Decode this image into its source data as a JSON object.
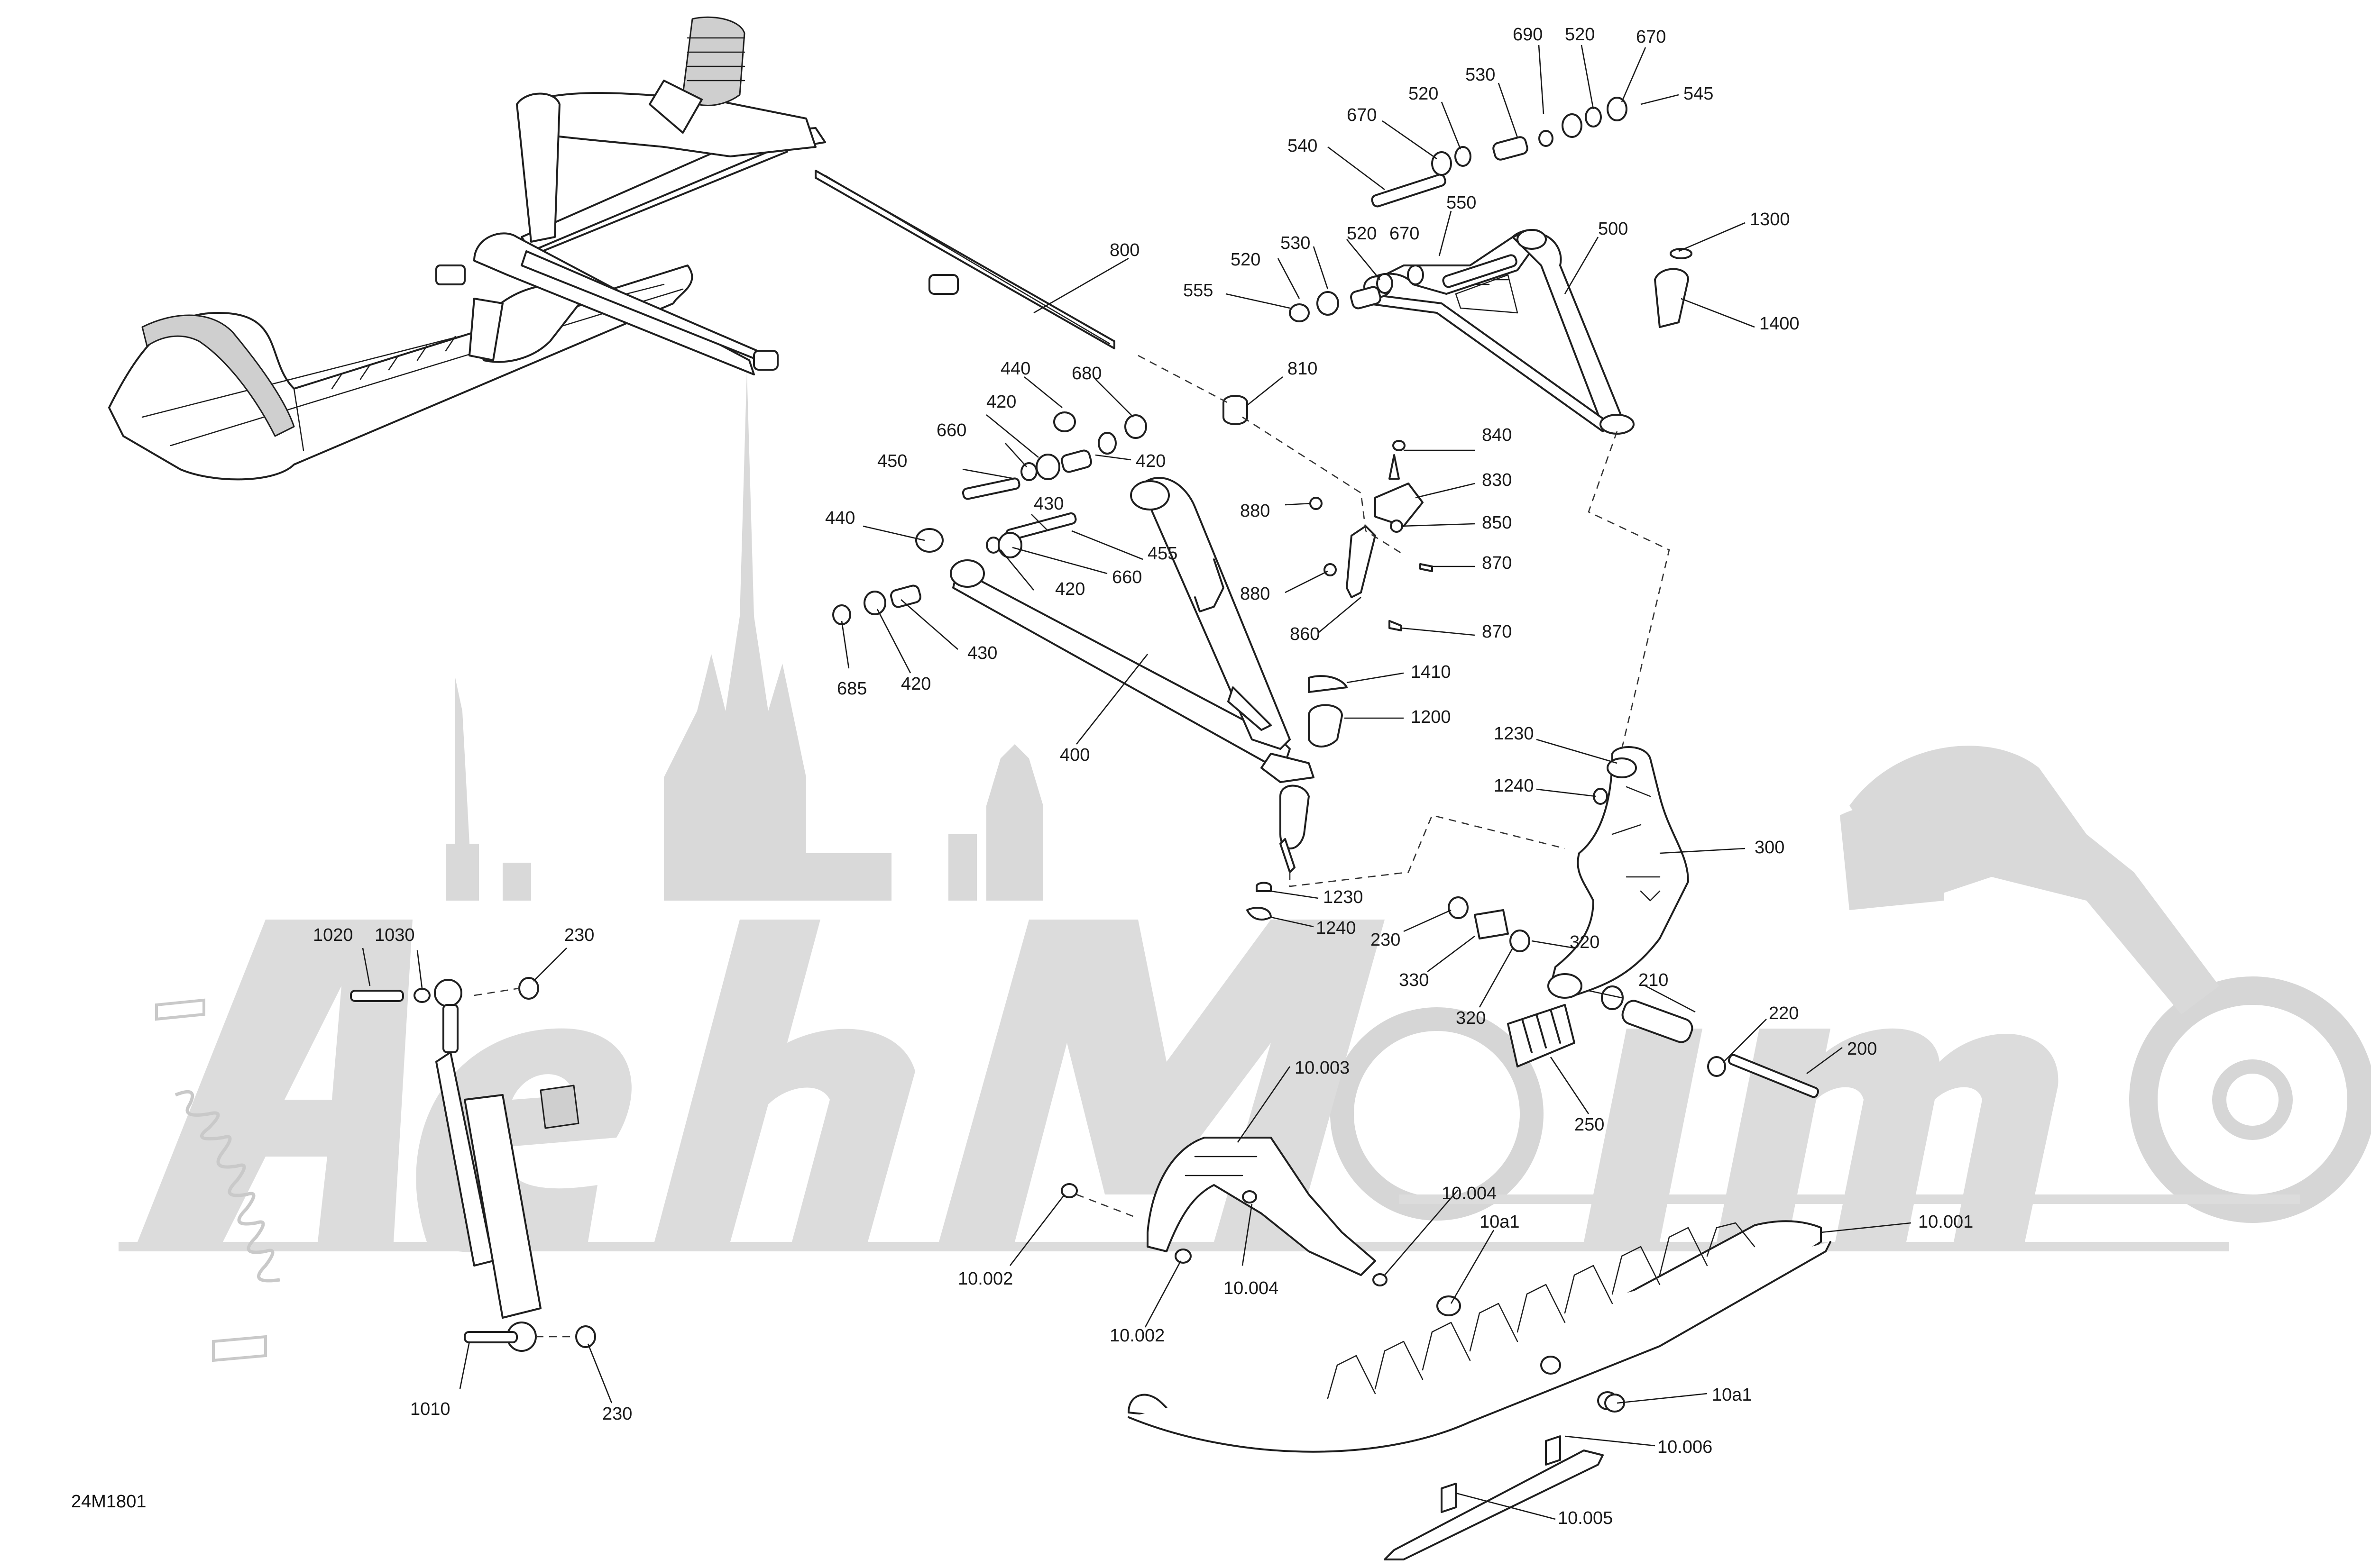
{
  "document": {
    "reference_code": "24M1801"
  },
  "callouts": [
    {
      "id": "c690",
      "label": "690"
    },
    {
      "id": "c520a",
      "label": "520"
    },
    {
      "id": "c670a",
      "label": "670"
    },
    {
      "id": "c545",
      "label": "545"
    },
    {
      "id": "c530a",
      "label": "530"
    },
    {
      "id": "c520b",
      "label": "520"
    },
    {
      "id": "c670b",
      "label": "670"
    },
    {
      "id": "c540",
      "label": "540"
    },
    {
      "id": "c550",
      "label": "550"
    },
    {
      "id": "c500",
      "label": "500"
    },
    {
      "id": "c1300",
      "label": "1300"
    },
    {
      "id": "c800",
      "label": "800"
    },
    {
      "id": "c670c",
      "label": "670"
    },
    {
      "id": "c530b",
      "label": "530"
    },
    {
      "id": "c520c",
      "label": "520"
    },
    {
      "id": "c520d",
      "label": "520"
    },
    {
      "id": "c555",
      "label": "555"
    },
    {
      "id": "c1400",
      "label": "1400"
    },
    {
      "id": "c440a",
      "label": "440"
    },
    {
      "id": "c680",
      "label": "680"
    },
    {
      "id": "c810",
      "label": "810"
    },
    {
      "id": "c420a",
      "label": "420"
    },
    {
      "id": "c660a",
      "label": "660"
    },
    {
      "id": "c420b",
      "label": "420"
    },
    {
      "id": "c450",
      "label": "450"
    },
    {
      "id": "c840",
      "label": "840"
    },
    {
      "id": "c830",
      "label": "830"
    },
    {
      "id": "c430a",
      "label": "430"
    },
    {
      "id": "c880a",
      "label": "880"
    },
    {
      "id": "c440b",
      "label": "440"
    },
    {
      "id": "c455",
      "label": "455"
    },
    {
      "id": "c850",
      "label": "850"
    },
    {
      "id": "c660b",
      "label": "660"
    },
    {
      "id": "c420c",
      "label": "420"
    },
    {
      "id": "c870a",
      "label": "870"
    },
    {
      "id": "c880b",
      "label": "880"
    },
    {
      "id": "c430b",
      "label": "430"
    },
    {
      "id": "c860",
      "label": "860"
    },
    {
      "id": "c870b",
      "label": "870"
    },
    {
      "id": "c685",
      "label": "685"
    },
    {
      "id": "c420d",
      "label": "420"
    },
    {
      "id": "c1410",
      "label": "1410"
    },
    {
      "id": "c1200",
      "label": "1200"
    },
    {
      "id": "c400",
      "label": "400"
    },
    {
      "id": "c1230a",
      "label": "1230"
    },
    {
      "id": "c1240a",
      "label": "1240"
    },
    {
      "id": "c300",
      "label": "300"
    },
    {
      "id": "c1230b",
      "label": "1230"
    },
    {
      "id": "c1240b",
      "label": "1240"
    },
    {
      "id": "c1020",
      "label": "1020"
    },
    {
      "id": "c1030",
      "label": "1030"
    },
    {
      "id": "c230a",
      "label": "230"
    },
    {
      "id": "c230b",
      "label": "230"
    },
    {
      "id": "c330",
      "label": "330"
    },
    {
      "id": "c320a",
      "label": "320"
    },
    {
      "id": "c210",
      "label": "210"
    },
    {
      "id": "c320b",
      "label": "320"
    },
    {
      "id": "c220",
      "label": "220"
    },
    {
      "id": "c200",
      "label": "200"
    },
    {
      "id": "c250",
      "label": "250"
    },
    {
      "id": "c10003",
      "label": "10.003"
    },
    {
      "id": "c10004a",
      "label": "10.004"
    },
    {
      "id": "c10002a",
      "label": "10.002"
    },
    {
      "id": "c10004b",
      "label": "10.004"
    },
    {
      "id": "c10a1a",
      "label": "10a1"
    },
    {
      "id": "c10001",
      "label": "10.001"
    },
    {
      "id": "c10002b",
      "label": "10.002"
    },
    {
      "id": "c10a1b",
      "label": "10a1"
    },
    {
      "id": "c10006",
      "label": "10.006"
    },
    {
      "id": "c1010",
      "label": "1010"
    },
    {
      "id": "c230c",
      "label": "230"
    },
    {
      "id": "c10005",
      "label": "10.005"
    }
  ]
}
